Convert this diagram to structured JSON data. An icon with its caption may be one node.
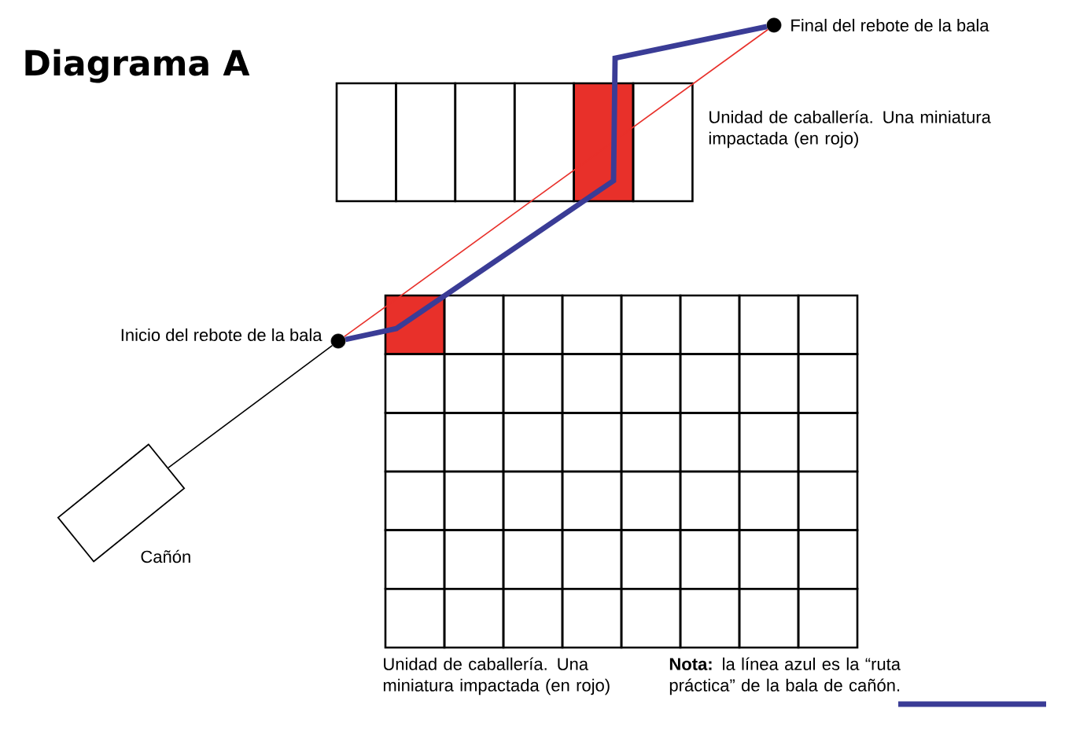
{
  "diagram": {
    "title": "Diagrama A",
    "nodes": [
      {
        "text": [],
        "shape": "box",
        "beside": [
          "Cañón"
        ]
      },
      {
        "text": [],
        "shape": "circle",
        "beside": [
          "Inicio del rebote de la bala"
        ]
      },
      {
        "text": [],
        "shape": "circle",
        "beside": [
          "Final del rebote de la bala"
        ]
      }
    ],
    "edges": [
      {
        "from": 0,
        "to": 1,
        "arrow": "none"
      },
      {
        "from": 1,
        "to": 2,
        "arrow": "none",
        "color": "#e8302a"
      },
      {
        "from": 1,
        "to": 2,
        "arrow": "none",
        "style": "thick",
        "color": "#3a3c96"
      }
    ],
    "labels": [
      "Unidad de caballería. Una miniatura impactada (en rojo)",
      "Unidad de caballería. Una miniatura impactada (en rojo)"
    ],
    "legend": [
      {
        "text": "**Nota:** la línea azul es la “ruta práctica” de la bala de cañón."
      }
    ]
  }
}
